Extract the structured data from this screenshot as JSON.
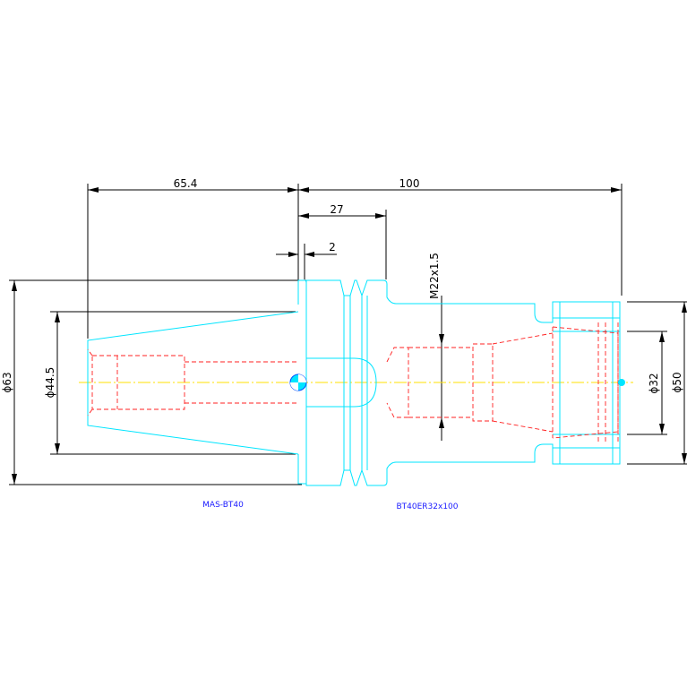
{
  "dimensions": {
    "taper_length": "65.4",
    "total_length": "100",
    "flange_length": "27",
    "gap": "2",
    "thread": "M22x1.5",
    "dia_flange": "ϕ63",
    "dia_taper": "ϕ44.5",
    "dia_nut": "ϕ50",
    "dia_bore": "ϕ32"
  },
  "labels": {
    "pull_stud": "MAS-BT40",
    "holder": "BT40ER32x100"
  },
  "colors": {
    "outline": "#00e5ff",
    "hidden": "#ff2020",
    "centerline": "#ffe000",
    "dimension": "#000000",
    "label": "#1a1aff"
  }
}
